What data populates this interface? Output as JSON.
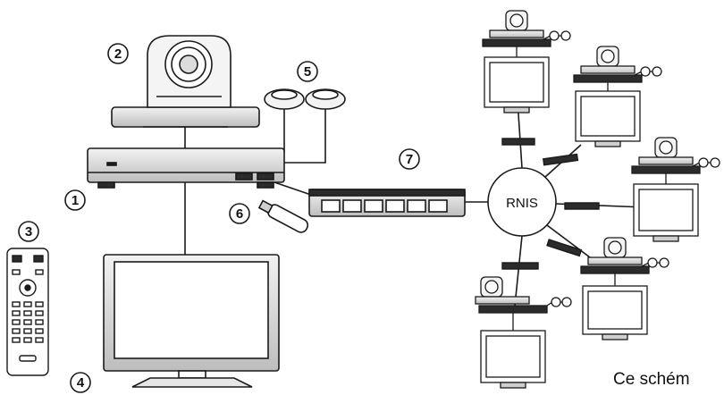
{
  "callouts": {
    "n1": "1",
    "n2": "2",
    "n3": "3",
    "n4": "4",
    "n5": "5",
    "n6": "6",
    "n7": "7"
  },
  "hub_label": "RNIS",
  "caption": "Ce schém",
  "colors": {
    "stroke": "#1a1a1a",
    "fill": "#ffffff",
    "device_dark": "#2b2b2b",
    "device_mid": "#cfcfcf"
  }
}
